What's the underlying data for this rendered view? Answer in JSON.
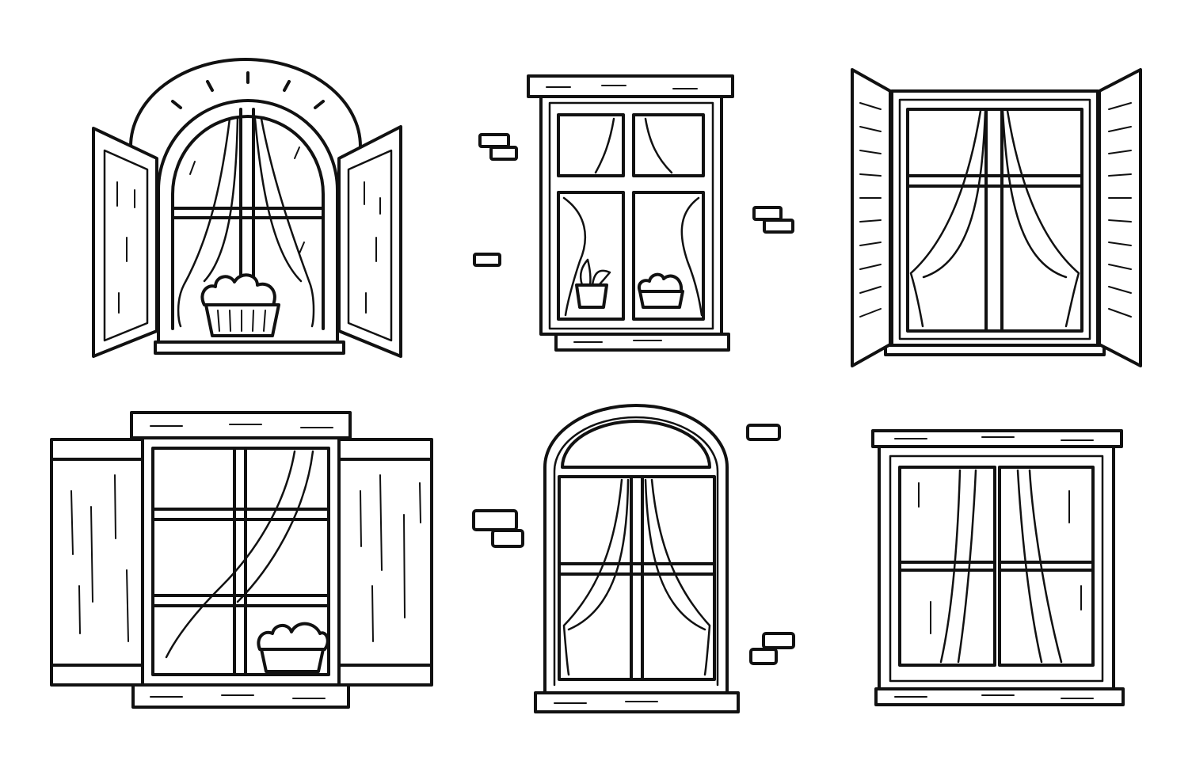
{
  "background_color": "#ffffff",
  "ink_color": "#111111",
  "illustrations": [
    {
      "kind": "arched-window-with-open-shutters-and-flower-basket"
    },
    {
      "kind": "four-pane-window-with-curtains-and-plant-pots"
    },
    {
      "kind": "square-window-with-slatted-shutters-and-curtains"
    },
    {
      "kind": "six-pane-window-with-plank-shutters-and-flower-basket"
    },
    {
      "kind": "arched-top-window-with-curtains"
    },
    {
      "kind": "framed-four-pane-window-with-sheer-curtains"
    }
  ]
}
